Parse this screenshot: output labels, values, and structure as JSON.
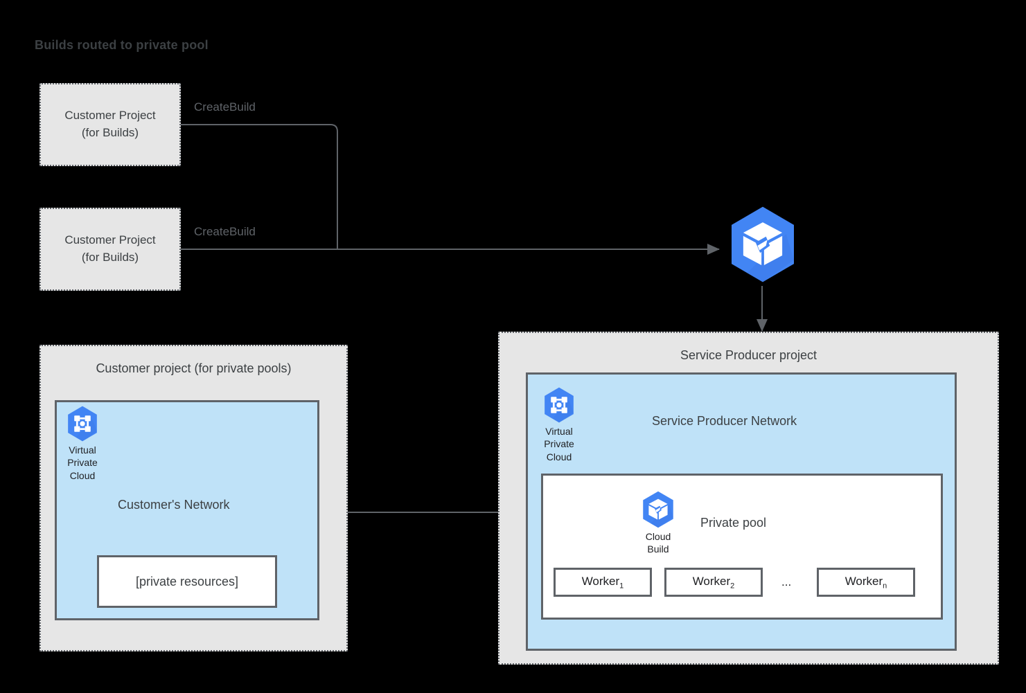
{
  "title": "Builds routed to private pool",
  "colors": {
    "background": "#000000",
    "project_fill": "#e6e6e6",
    "network_fill": "#bfe2f8",
    "border": "#5f6368",
    "text": "#3c4043",
    "gcp_blue": "#4285f4",
    "white": "#ffffff"
  },
  "build_sources": [
    {
      "line1": "Customer Project",
      "line2": "(for Builds)",
      "edge_label": "CreateBuild"
    },
    {
      "line1": "Customer Project",
      "line2": "(for Builds)",
      "edge_label": "CreateBuild"
    }
  ],
  "cloud_build_service": {
    "icon": "cloud-build-icon"
  },
  "customer_panel": {
    "title": "Customer project (for private pools)",
    "vpc": {
      "icon": "virtual-private-cloud-icon",
      "caption_line1": "Virtual",
      "caption_line2": "Private",
      "caption_line3": "Cloud"
    },
    "network_title": "Customer's Network",
    "resource_box": "[private resources]"
  },
  "producer_panel": {
    "title": "Service Producer project",
    "vpc": {
      "icon": "virtual-private-cloud-icon",
      "caption_line1": "Virtual",
      "caption_line2": "Private",
      "caption_line3": "Cloud"
    },
    "network_title": "Service Producer Network",
    "private_pool": {
      "title": "Private pool",
      "cloud_build_icon": {
        "icon": "cloud-build-icon",
        "caption_line1": "Cloud",
        "caption_line2": "Build"
      },
      "workers": [
        {
          "name": "Worker",
          "sub": "1"
        },
        {
          "name": "Worker",
          "sub": "2"
        },
        {
          "name": "Worker",
          "sub": "n"
        }
      ],
      "ellipsis": "..."
    }
  }
}
